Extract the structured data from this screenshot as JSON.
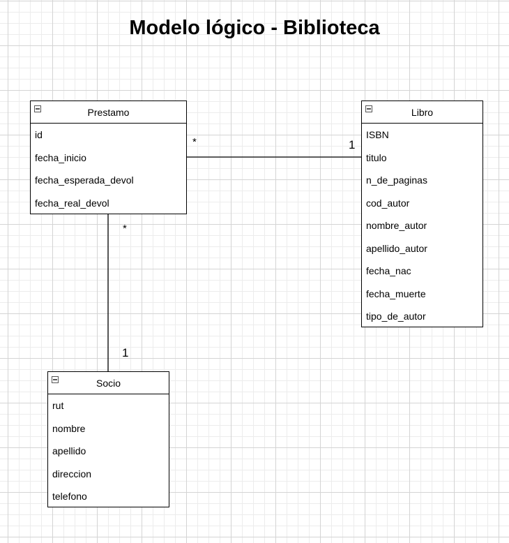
{
  "title": "Modelo lógico - Biblioteca",
  "entities": {
    "prestamo": {
      "name": "Prestamo",
      "attributes": [
        "id",
        "fecha_inicio",
        "fecha_esperada_devol",
        "fecha_real_devol"
      ]
    },
    "libro": {
      "name": "Libro",
      "attributes": [
        "ISBN",
        "titulo",
        "n_de_paginas",
        "cod_autor",
        "nombre_autor",
        "apellido_autor",
        "fecha_nac",
        "fecha_muerte",
        "tipo_de_autor"
      ]
    },
    "socio": {
      "name": "Socio",
      "attributes": [
        "rut",
        "nombre",
        "apellido",
        "direccion",
        "telefono"
      ]
    }
  },
  "relationships": {
    "prestamo_libro": {
      "prestamo_end": "*",
      "libro_end": "1"
    },
    "prestamo_socio": {
      "prestamo_end": "*",
      "socio_end": "1"
    }
  },
  "icons": {
    "collapse": "collapse-minus-icon"
  }
}
